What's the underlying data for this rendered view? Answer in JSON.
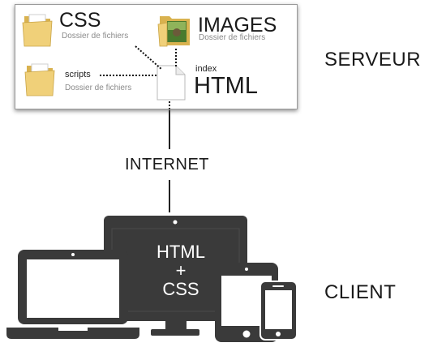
{
  "server": {
    "label": "SERVEUR",
    "folders": [
      {
        "name": "CSS",
        "description": "Dossier de fichiers"
      },
      {
        "name": "IMAGES",
        "description": "Dossier de fichiers"
      },
      {
        "name": "scripts",
        "description": "Dossier de fichiers"
      }
    ],
    "file": {
      "name": "index",
      "type": "HTML"
    }
  },
  "connection": {
    "label": "INTERNET"
  },
  "client": {
    "label": "CLIENT",
    "screen_lines": [
      "HTML",
      "+",
      "CSS"
    ]
  },
  "colors": {
    "devices": "#3a3a3a",
    "folder": "#f0d079",
    "folder_dark": "#d9b24f"
  }
}
